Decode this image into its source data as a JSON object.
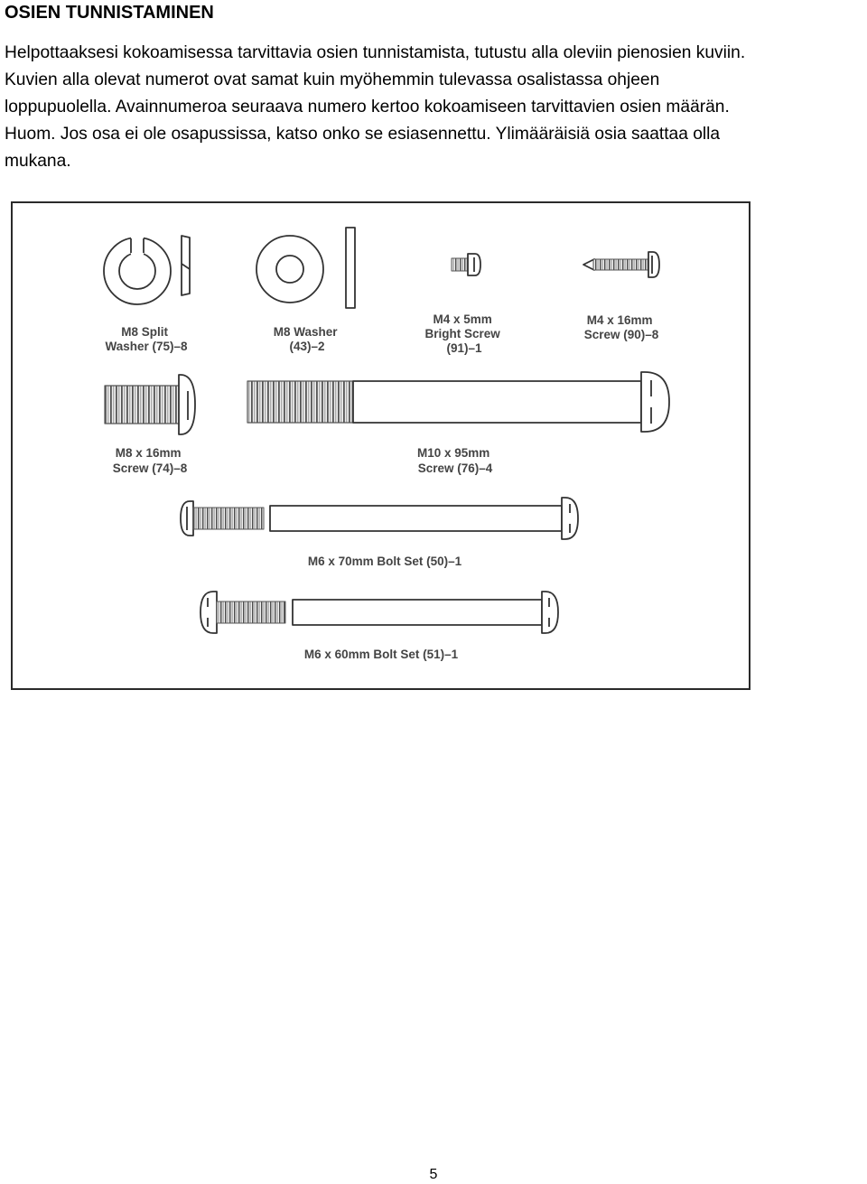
{
  "document": {
    "heading": "OSIEN TUNNISTAMINEN",
    "intro_lines": [
      "Helpottaaksesi kokoamisessa tarvittavia osien tunnistamista, tutustu alla oleviin pienosien kuviin.",
      "Kuvien alla olevat numerot ovat samat kuin myöhemmin tulevassa osalistassa ohjeen",
      "loppupuolella. Avainnumeroa seuraava numero kertoo kokoamiseen tarvittavien osien määrän.",
      "Huom. Jos osa ei ole osapussissa, katso onko se esiasennettu. Ylimääräisiä osia saattaa olla",
      "mukana."
    ],
    "page_number": "5"
  },
  "parts": [
    {
      "id": "split-washer",
      "label_lines": [
        "M8 Split",
        "Washer (75)–8"
      ]
    },
    {
      "id": "washer",
      "label_lines": [
        "M8 Washer",
        "(43)–2"
      ]
    },
    {
      "id": "bright-screw",
      "label_lines": [
        "M4 x 5mm",
        "Bright Screw",
        "(91)–1"
      ]
    },
    {
      "id": "wood-screw",
      "label_lines": [
        "M4 x 16mm",
        "Screw (90)–8"
      ]
    },
    {
      "id": "m8-screw",
      "label_lines": [
        "M8 x 16mm",
        "Screw (74)–8"
      ]
    },
    {
      "id": "m10-screw",
      "label_lines": [
        "M10 x 95mm",
        "Screw (76)–4"
      ]
    },
    {
      "id": "bolt-70",
      "label_lines": [
        "M6 x 70mm Bolt Set (50)–1"
      ]
    },
    {
      "id": "bolt-60",
      "label_lines": [
        "M6 x 60mm Bolt Set (51)–1"
      ]
    }
  ]
}
